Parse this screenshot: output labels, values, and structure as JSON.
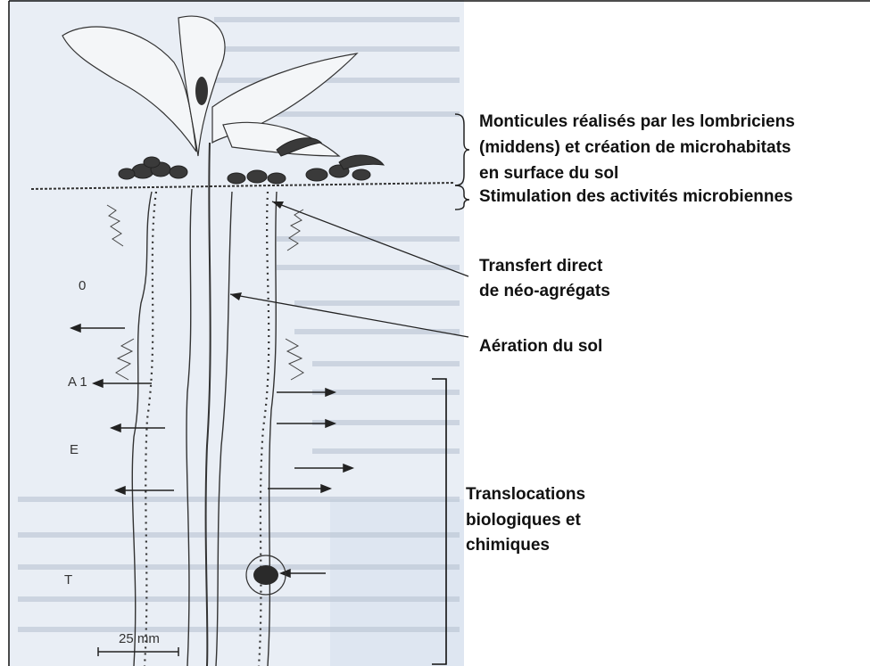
{
  "figure": {
    "horizons": {
      "o": "0",
      "a1": "A 1",
      "e": "E",
      "t": "T"
    },
    "scale_bar": "25 mm",
    "labels": {
      "monticules_line1": "Monticules réalisés par les lombriciens",
      "monticules_line2": "(middens) et création de microhabitats",
      "monticules_line3": "en surface du sol",
      "stimulation": "Stimulation des activités microbiennes",
      "transfert_line1": "Transfert direct",
      "transfert_line2": "de néo-agrégats",
      "aeration": "Aération du sol",
      "translocations_line1": "Translocations",
      "translocations_line2": "biologiques et",
      "translocations_line3": "chimiques"
    }
  },
  "colors": {
    "background_scan": "#e9eef5",
    "ink": "#222222",
    "label_text": "#111111"
  }
}
